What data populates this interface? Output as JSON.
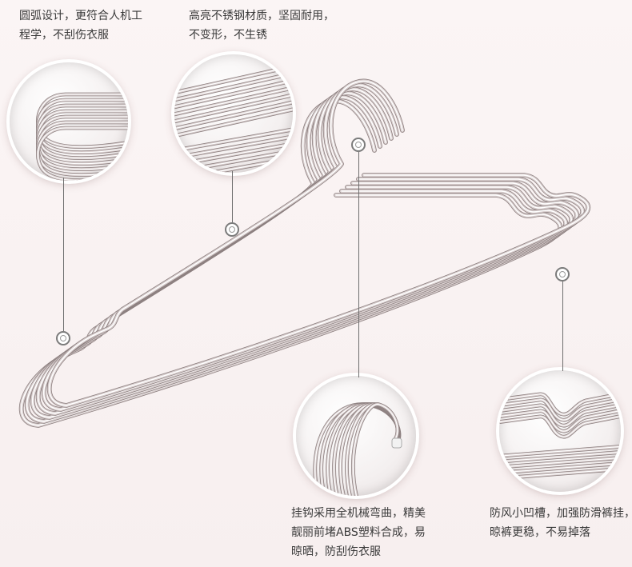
{
  "labels": {
    "top_left": {
      "line1": "圆弧设计，更符合人机工",
      "line2": "程学，不刮伤衣服"
    },
    "top_mid": {
      "line1": "高亮不锈钢材质，坚固耐用，",
      "line2": "不变形，不生锈"
    },
    "bottom_mid": {
      "line1": "挂钩采用全机械弯曲，精美",
      "line2": "靓丽前堵ABS塑料合成，易",
      "line3": "晾晒，防刮伤衣服"
    },
    "bottom_right": {
      "line1": "防风小凹槽，加强防滑裤挂，",
      "line2": "晾裤更稳，不易掉落"
    }
  },
  "colors": {
    "background": "#f8f1f1",
    "steel_light": "#f4eeee",
    "steel_dark": "#8a7e7e",
    "text": "#3a3a3a"
  }
}
